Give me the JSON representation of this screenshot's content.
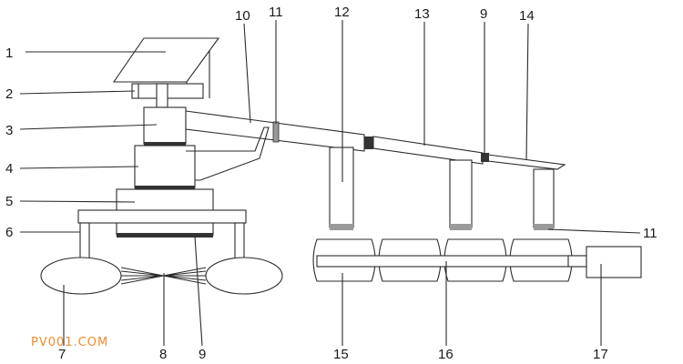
{
  "labels": {
    "l1": "1",
    "l2": "2",
    "l3": "3",
    "l4": "4",
    "l5": "5",
    "l6": "6",
    "l7": "7",
    "l8": "8",
    "l9_bottom": "9",
    "l9_top": "9",
    "l10": "10",
    "l11_top": "11",
    "l11_right": "11",
    "l12": "12",
    "l13": "13",
    "l14": "14",
    "l15": "15",
    "l16": "16",
    "l17": "17"
  },
  "watermark": "PV001.COM",
  "colors": {
    "line": "#2a2a2a",
    "seal": "#333333",
    "brush": "#9a9a9a",
    "watermark": "#f28a2e"
  }
}
